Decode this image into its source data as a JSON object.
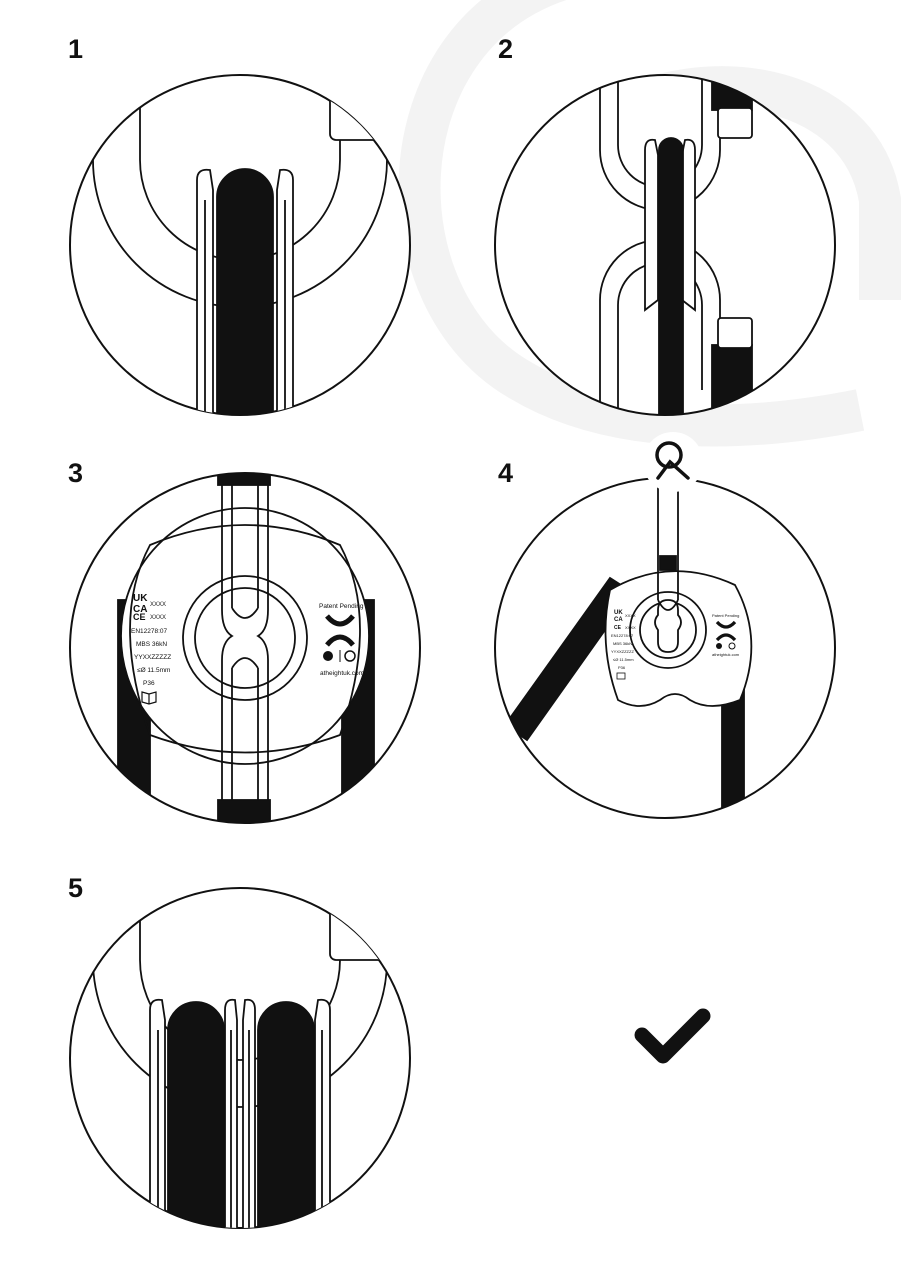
{
  "steps": [
    {
      "number": "1"
    },
    {
      "number": "2"
    },
    {
      "number": "3"
    },
    {
      "number": "4"
    },
    {
      "number": "5"
    }
  ],
  "device_label": {
    "uk": "UK",
    "ca": "CA",
    "uk_code": "XXXX",
    "ce": "CE",
    "ce_code": "XXXX",
    "standard": "EN12278:07",
    "mbs": "MBS 36kN",
    "batch": "YYXXZZZZZ",
    "rope": "≤Ø 11.5mm",
    "model": "P36",
    "patent": "Patent Pending",
    "website": "atheightuk.com"
  },
  "completion": {
    "icon": "checkmark-icon"
  },
  "colors": {
    "ink": "#111111",
    "paper": "#ffffff",
    "watermark": "#f3f3f3"
  }
}
